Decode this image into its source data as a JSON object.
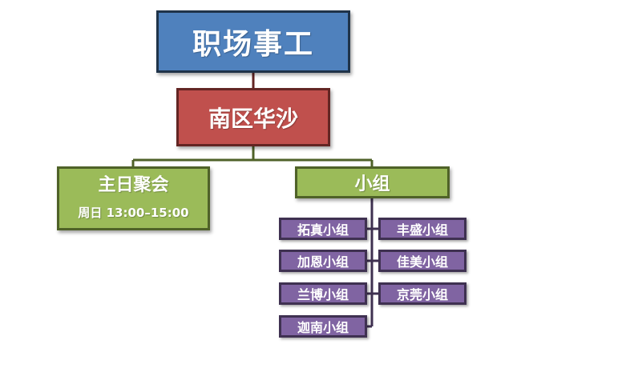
{
  "root": {
    "label": "职场事工"
  },
  "region": {
    "label": "南区华沙"
  },
  "sunday": {
    "title": "主日聚会",
    "time": "周日 13:00–15:00"
  },
  "groups": {
    "label": "小组",
    "items": [
      "拓真小组",
      "加恩小组",
      "兰博小组",
      "迦南小组",
      "丰盛小组",
      "佳美小组",
      "京莞小组"
    ]
  },
  "colors": {
    "root": "#4f81bd",
    "region": "#c0504d",
    "branch": "#9bbb59",
    "group": "#8064a2",
    "connector_top": "#632523",
    "connector_branch": "#4f6228",
    "connector_group": "#3f3151"
  }
}
